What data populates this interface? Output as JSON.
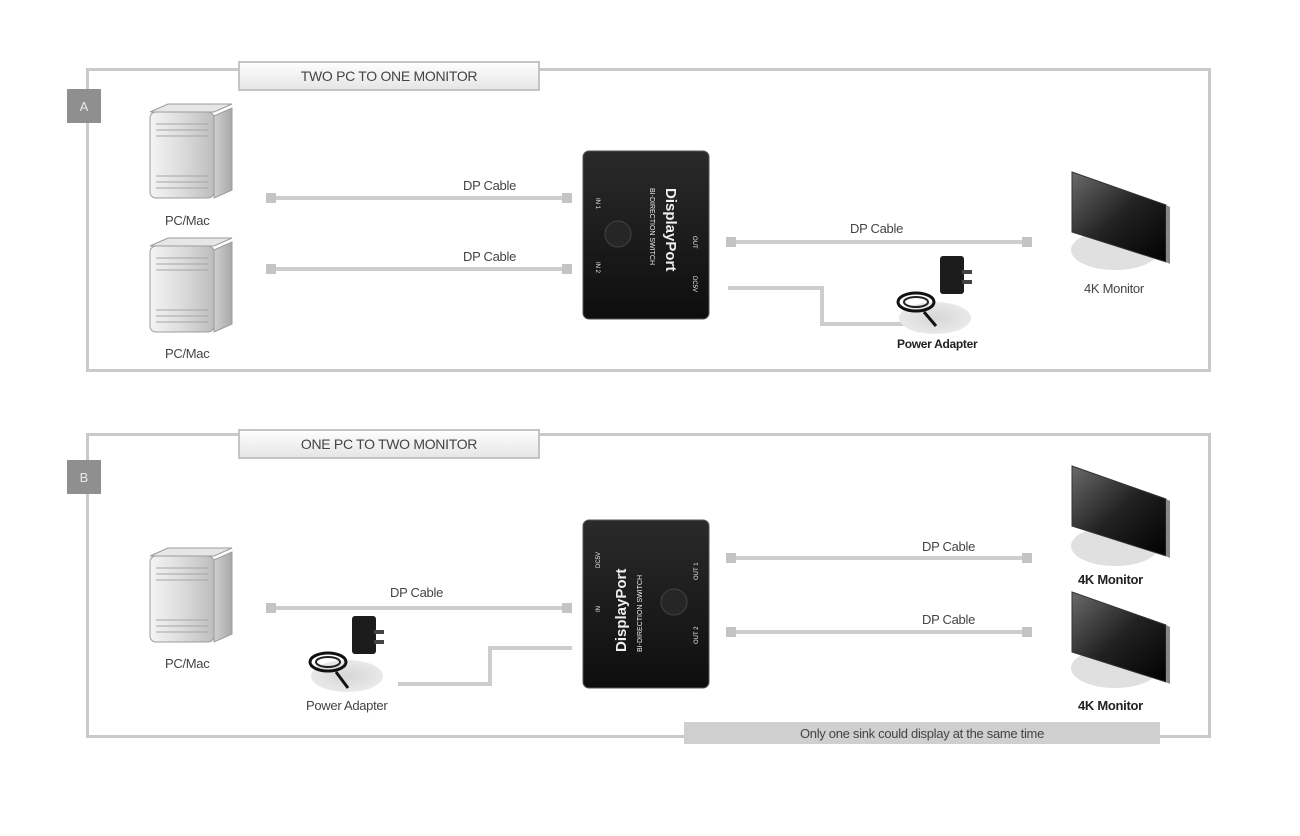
{
  "diagram_a": {
    "letter": "A",
    "title": "TWO PC TO ONE MONITOR",
    "pc_label_1": "PC/Mac",
    "pc_label_2": "PC/Mac",
    "cable_label_1": "DP Cable",
    "cable_label_2": "DP Cable",
    "cable_label_out": "DP Cable",
    "monitor_label": "4K Monitor",
    "adapter_label": "Power Adapter",
    "switch": {
      "brand": "DisplayPort",
      "subtitle": "BI-DIRECTION SWITCH",
      "port_1": "IN 1",
      "port_2": "IN 2",
      "port_out": "OUT",
      "port_power": "DC5V"
    }
  },
  "diagram_b": {
    "letter": "B",
    "title": "ONE PC TO TWO MONITOR",
    "pc_label": "PC/Mac",
    "cable_label_in": "DP Cable",
    "cable_label_1": "DP Cable",
    "cable_label_2": "DP Cable",
    "monitor_label_1": "4K Monitor",
    "monitor_label_2": "4K Monitor",
    "adapter_label": "Power Adapter",
    "note": "Only one sink could display at the same time",
    "switch": {
      "brand": "DisplayPort",
      "subtitle": "BI-DIRECTION SWITCH",
      "port_1": "OUT 1",
      "port_2": "OUT 2",
      "port_in": "IN",
      "port_power": "DC5V"
    }
  }
}
